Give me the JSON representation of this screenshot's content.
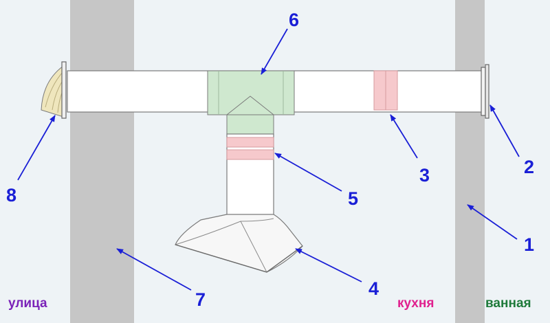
{
  "labels": {
    "n1": "1",
    "n2": "2",
    "n3": "3",
    "n4": "4",
    "n5": "5",
    "n6": "6",
    "n7": "7",
    "n8": "8"
  },
  "rooms": {
    "street": "улица",
    "kitchen": "кухня",
    "bathroom": "ванная"
  },
  "colors": {
    "background": "#eef3f6",
    "wall": "#c6c6c6",
    "duct": "#ffffff",
    "tee": "#cfe8cf",
    "clamp": "#f6c9cc",
    "grille": "#efe6bd",
    "arrow": "#1a1fd6",
    "street_text": "#7a22b8",
    "kitchen_text": "#e0208e",
    "bathroom_text": "#1e7a3a"
  }
}
